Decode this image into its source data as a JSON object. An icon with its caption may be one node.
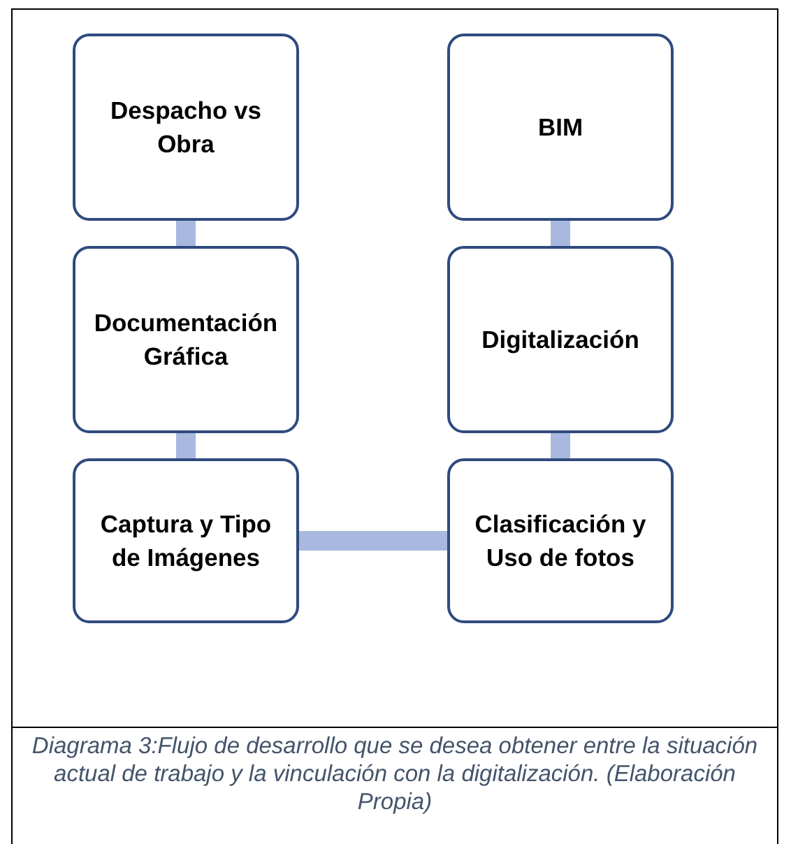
{
  "diagram": {
    "caption": "Diagrama 3:Flujo de desarrollo que se desea obtener entre la situación actual de trabajo y la vinculación con la digitalización. (Elaboración Propia)",
    "nodes": [
      {
        "text": [
          "Despacho vs Obra"
        ]
      },
      {
        "text": [
          "BIM"
        ]
      },
      {
        "text": [
          "Documentación Gráfica"
        ]
      },
      {
        "text": [
          "Digitalización"
        ]
      },
      {
        "text": [
          "Captura y Tipo de Imágenes"
        ]
      },
      {
        "text": [
          "Clasificación y Uso de fotos"
        ]
      }
    ],
    "edges": [
      {
        "from": 0,
        "to": 2,
        "arrow": "none"
      },
      {
        "from": 2,
        "to": 4,
        "arrow": "none"
      },
      {
        "from": 4,
        "to": 5,
        "arrow": "none"
      },
      {
        "from": 5,
        "to": 3,
        "arrow": "none"
      },
      {
        "from": 3,
        "to": 1,
        "arrow": "none"
      }
    ]
  }
}
